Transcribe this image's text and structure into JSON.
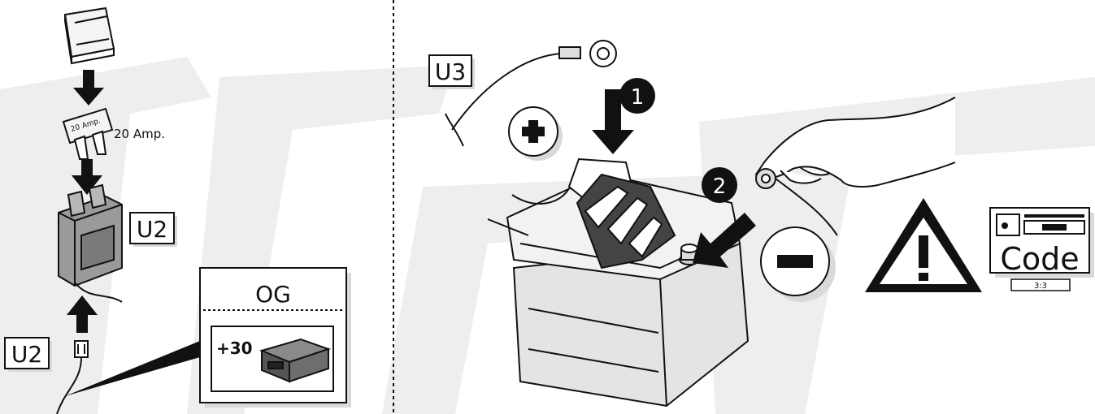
{
  "labels": {
    "fuse_rating": "20 Amp.",
    "fuse_print": "20 Amp.",
    "connector_u2_top": "U2",
    "connector_u2_bottom": "U2",
    "connector_u3": "U3",
    "og_box_title": "OG",
    "og_terminal": "+30",
    "step_1": "1",
    "step_2": "2",
    "code_label": "Code",
    "code_value": "3:3"
  },
  "icons": [
    "plus-terminal-icon",
    "minus-terminal-icon",
    "warning-icon",
    "code-display-icon",
    "arrow-down-icon"
  ],
  "colors": {
    "line": "#111111",
    "watermark": "#eeeeee",
    "shadow": "#d6d6d6",
    "battery_grey": "#dcdcdc"
  }
}
